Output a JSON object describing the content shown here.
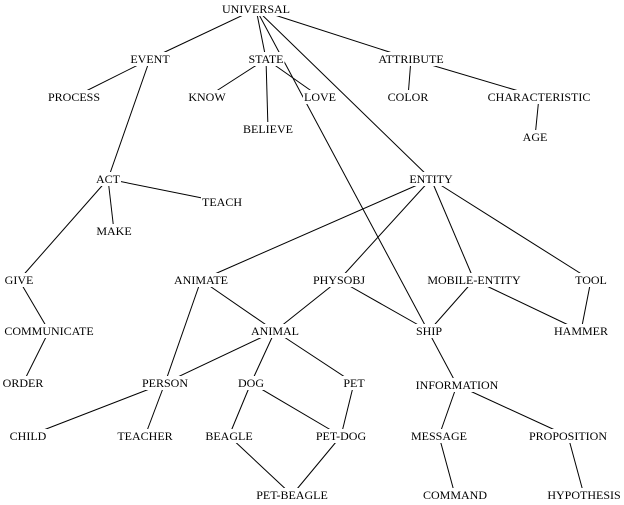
{
  "nodes": {
    "universal": "UNIVERSAL",
    "event": "EVENT",
    "state": "STATE",
    "attribute": "ATTRIBUTE",
    "process": "PROCESS",
    "know": "KNOW",
    "love": "LOVE",
    "color": "COLOR",
    "characteristic": "CHARACTERISTIC",
    "believe": "BELIEVE",
    "age": "AGE",
    "act": "ACT",
    "teach": "TEACH",
    "entity": "ENTITY",
    "make": "MAKE",
    "give": "GIVE",
    "animate": "ANIMATE",
    "physobj": "PHYSOBJ",
    "mobile_entity": "MOBILE-ENTITY",
    "tool": "TOOL",
    "communicate": "COMMUNICATE",
    "animal": "ANIMAL",
    "ship": "SHIP",
    "hammer": "HAMMER",
    "order": "ORDER",
    "person": "PERSON",
    "dog": "DOG",
    "pet": "PET",
    "information": "INFORMATION",
    "child": "CHILD",
    "teacher": "TEACHER",
    "beagle": "BEAGLE",
    "pet_dog": "PET-DOG",
    "message": "MESSAGE",
    "proposition": "PROPOSITION",
    "pet_beagle": "PET-BEAGLE",
    "command": "COMMAND",
    "hypothesis": "HYPOTHESIS"
  },
  "edges": [
    [
      "universal",
      "event"
    ],
    [
      "universal",
      "state"
    ],
    [
      "universal",
      "attribute"
    ],
    [
      "universal",
      "entity"
    ],
    [
      "universal",
      "information"
    ],
    [
      "event",
      "process"
    ],
    [
      "event",
      "act"
    ],
    [
      "state",
      "know"
    ],
    [
      "state",
      "believe"
    ],
    [
      "state",
      "love"
    ],
    [
      "attribute",
      "color"
    ],
    [
      "attribute",
      "characteristic"
    ],
    [
      "characteristic",
      "age"
    ],
    [
      "act",
      "teach"
    ],
    [
      "act",
      "make"
    ],
    [
      "act",
      "give"
    ],
    [
      "entity",
      "animate"
    ],
    [
      "entity",
      "physobj"
    ],
    [
      "entity",
      "mobile_entity"
    ],
    [
      "entity",
      "tool"
    ],
    [
      "give",
      "communicate"
    ],
    [
      "communicate",
      "order"
    ],
    [
      "animate",
      "person"
    ],
    [
      "animate",
      "animal"
    ],
    [
      "physobj",
      "animal"
    ],
    [
      "physobj",
      "ship"
    ],
    [
      "mobile_entity",
      "ship"
    ],
    [
      "mobile_entity",
      "hammer"
    ],
    [
      "tool",
      "hammer"
    ],
    [
      "animal",
      "person"
    ],
    [
      "animal",
      "dog"
    ],
    [
      "animal",
      "pet"
    ],
    [
      "person",
      "child"
    ],
    [
      "person",
      "teacher"
    ],
    [
      "dog",
      "beagle"
    ],
    [
      "dog",
      "pet_dog"
    ],
    [
      "pet",
      "pet_dog"
    ],
    [
      "beagle",
      "pet_beagle"
    ],
    [
      "pet_dog",
      "pet_beagle"
    ],
    [
      "information",
      "message"
    ],
    [
      "information",
      "proposition"
    ],
    [
      "message",
      "command"
    ],
    [
      "proposition",
      "hypothesis"
    ]
  ]
}
